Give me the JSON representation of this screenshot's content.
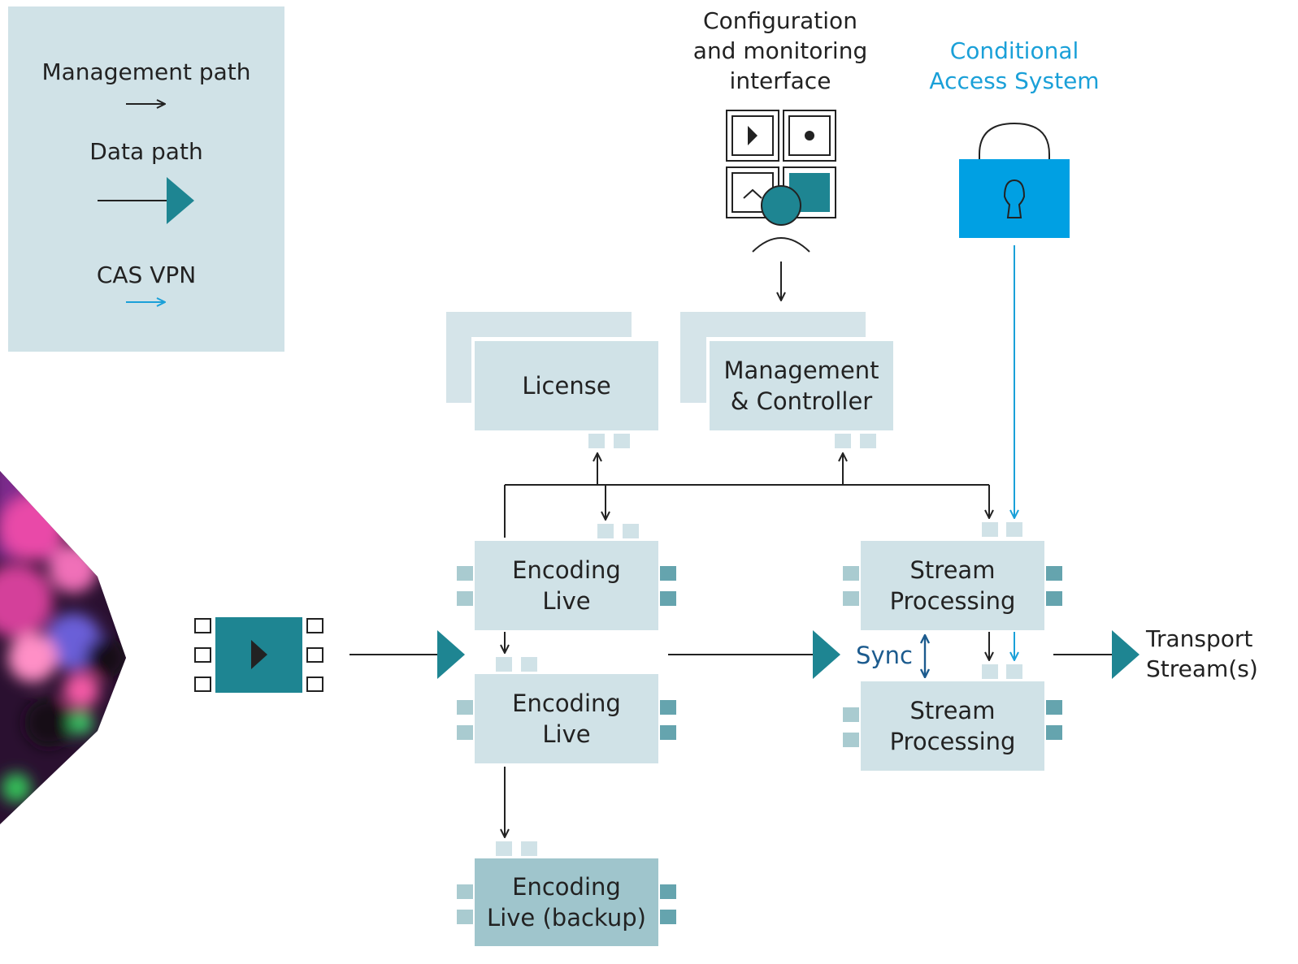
{
  "legend": {
    "management_path": "Management path",
    "data_path": "Data path",
    "cas_vpn": "CAS VPN"
  },
  "top": {
    "config_line1": "Configuration",
    "config_line2": "and monitoring",
    "config_line3": "interface",
    "cas_line1": "Conditional",
    "cas_line2": "Access System"
  },
  "boxes": {
    "license": "License",
    "mgmt_line1": "Management",
    "mgmt_line2": "& Controller",
    "enc1_line1": "Encoding",
    "enc1_line2": "Live",
    "enc2_line1": "Encoding",
    "enc2_line2": "Live",
    "enc3_line1": "Encoding",
    "enc3_line2": "Live (backup)",
    "sp1_line1": "Stream",
    "sp1_line2": "Processing",
    "sp2_line1": "Stream",
    "sp2_line2": "Processing"
  },
  "sync": "Sync",
  "output_line1": "Transport",
  "output_line2": "Stream(s)",
  "colors": {
    "box": "#d0e2e7",
    "box_dark": "#9fc5cc",
    "teal": "#1e8592",
    "cas_blue": "#1aa0d8",
    "lock_fill": "#00a0e3",
    "sync_blue": "#1c5b8e",
    "port_light": "#a9cbd0",
    "port_dark": "#65a4ae"
  },
  "icons": [
    "film-play-icon",
    "console-operator-icon",
    "padlock-icon",
    "blurred-photo-corner"
  ]
}
